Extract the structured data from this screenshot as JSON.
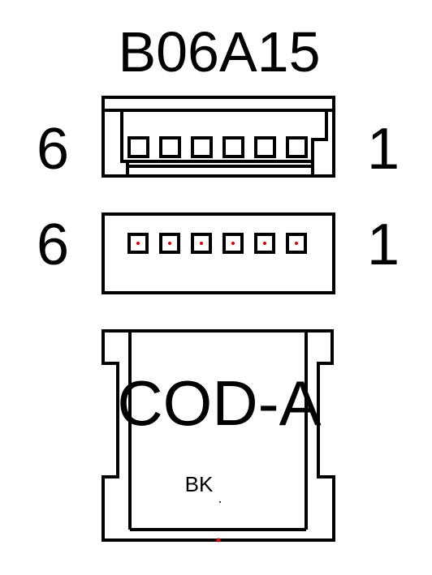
{
  "part_number": "B06A15",
  "top_view": {
    "left_pin": "6",
    "right_pin": "1",
    "pin_count": 6
  },
  "front_view": {
    "left_pin": "6",
    "right_pin": "1",
    "pin_count": 6
  },
  "side_view": {
    "label": "COD-A",
    "color_code": "BK"
  },
  "colors": {
    "line": "#000000",
    "marker": "#e00000",
    "background": "#ffffff"
  }
}
